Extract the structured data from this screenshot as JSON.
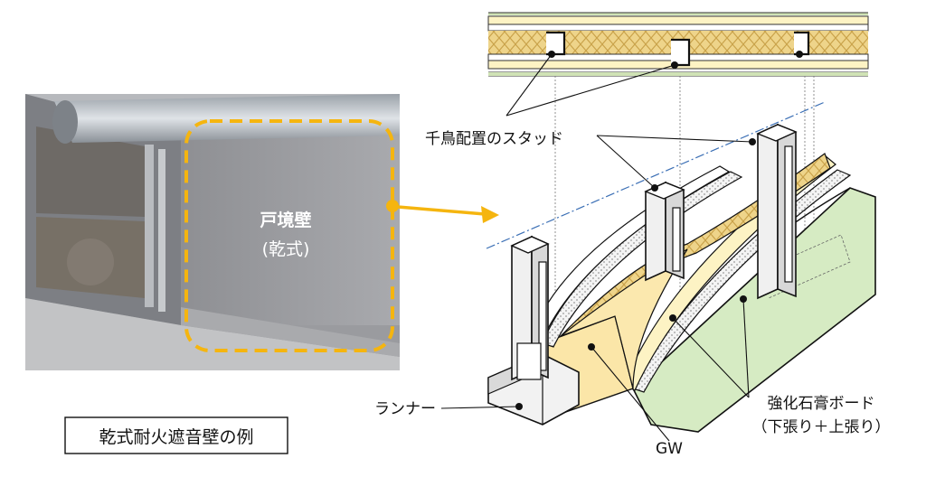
{
  "photo": {
    "wall_label_line1": "戸境壁",
    "wall_label_line2": "(乾式)"
  },
  "plan_view": {},
  "labels": {
    "studs": "千鳥配置のスタッド",
    "runner": "ランナー",
    "gw": "GW",
    "board_line1": "強化石膏ボード",
    "board_line2": "（下張り＋上張り）"
  },
  "caption": "乾式耐火遮音壁の例",
  "colors": {
    "highlight_dash": "#f5b50f",
    "arrow": "#f5b50f",
    "board_yellow": "#fdf3c4",
    "board_green": "#d6ebc3",
    "insulation": "#f1d68a",
    "stud_gray": "#eeeeee",
    "axis_line": "#3b6fb5"
  }
}
